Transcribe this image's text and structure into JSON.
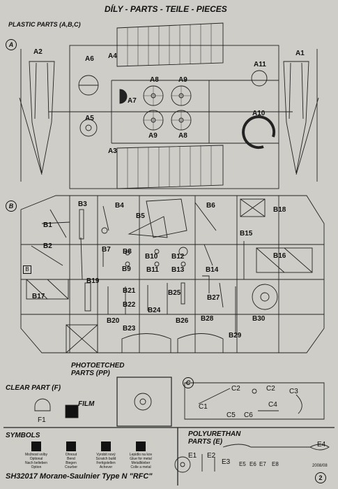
{
  "header": {
    "title": "DÍLY - PARTS - TEILE - PIECES",
    "plastic": "PLASTIC PARTS (A,B,C)"
  },
  "sections": {
    "a": "A",
    "b": "B",
    "c": "C"
  },
  "parts_a": [
    "A1",
    "A2",
    "A3",
    "A4",
    "A5",
    "A6",
    "A7",
    "A8",
    "A8",
    "A9",
    "A9",
    "A10",
    "A11"
  ],
  "parts_b": [
    "B1",
    "B2",
    "B3",
    "B4",
    "B5",
    "B6",
    "B7",
    "B8",
    "B9",
    "B10",
    "B11",
    "B12",
    "B13",
    "B14",
    "B15",
    "B16",
    "B17",
    "B18",
    "B19",
    "B20",
    "B21",
    "B22",
    "B23",
    "B24",
    "B25",
    "B26",
    "B27",
    "B28",
    "B29",
    "B30"
  ],
  "parts_c": [
    "C1",
    "C2",
    "C2",
    "C3",
    "C4",
    "C5",
    "C6"
  ],
  "photoetched": "PHOTOETCHED\nPARTS (PP)",
  "clear": {
    "title": "CLEAR PART (F)",
    "part": "F1"
  },
  "film": "FILM",
  "symbols": {
    "title": "SYMBOLS",
    "items": [
      "Možnost volby\nOptional\nNach belieben\nOption",
      "Ohnout\nBend\nBiegen\nCourber",
      "Vyrobit nový\nScratch build\nFertigstellen\nAchever",
      "Lepidlo na kov\nGlue for metal\nMetallkleber\nColle a metal"
    ]
  },
  "poly": {
    "title": "POLYURETHAN\nPARTS (E)",
    "parts": [
      "E1",
      "E2",
      "E3",
      "E4",
      "E5",
      "E6",
      "E7",
      "E8"
    ]
  },
  "footer": {
    "code": "SH32017 Morane-Saulnier Type N \"RFC\"",
    "date": "2008/08",
    "page": "2"
  },
  "markers": {
    "b_small": "B"
  }
}
